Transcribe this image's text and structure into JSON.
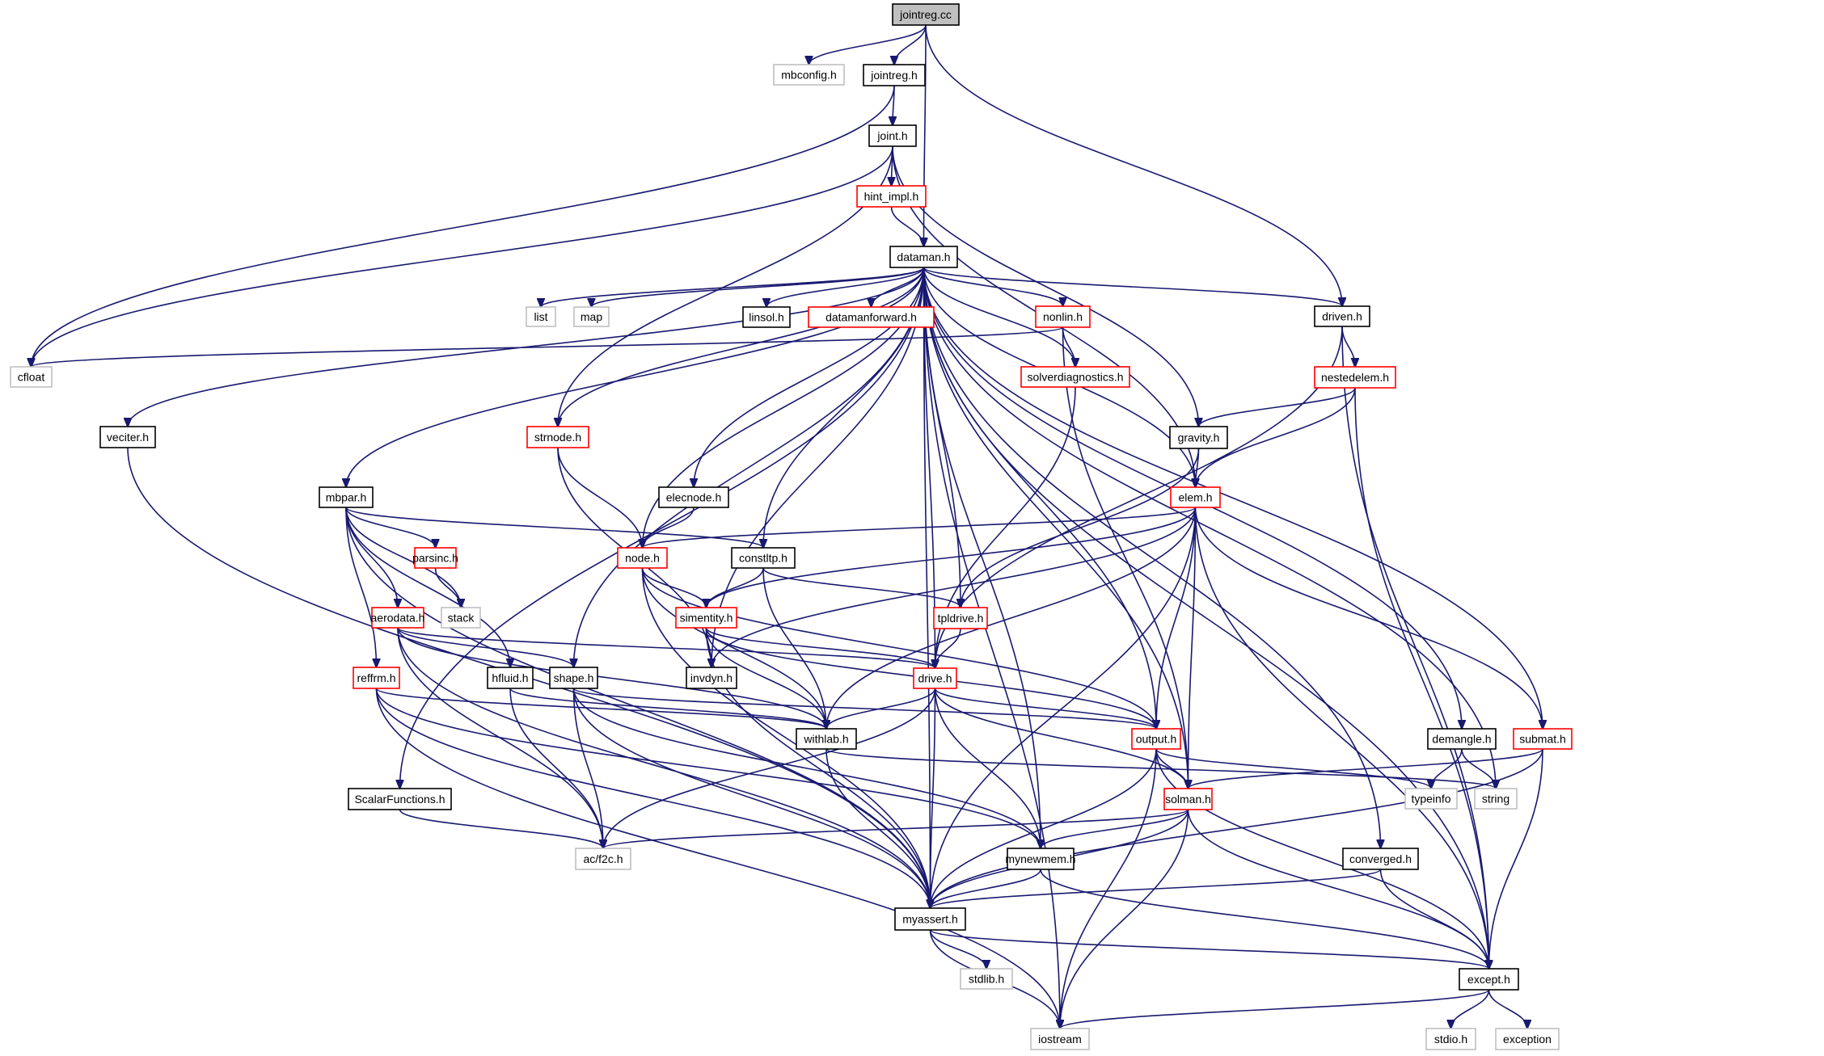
{
  "graph": {
    "title": "jointreg.cc",
    "colors": {
      "edge": "#191970",
      "root_fill": "#bfbfbf",
      "normal_border": "#000000",
      "incomplete_border": "#ff0000",
      "external_border": "#bfbfbf"
    },
    "nodes": [
      {
        "id": "jointreg_cc",
        "label": "jointreg.cc",
        "kind": "root"
      },
      {
        "id": "mbconfig_h",
        "label": "mbconfig.h",
        "kind": "ext"
      },
      {
        "id": "jointreg_h",
        "label": "jointreg.h",
        "kind": "normal"
      },
      {
        "id": "joint_h",
        "label": "joint.h",
        "kind": "normal"
      },
      {
        "id": "hint_impl_h",
        "label": "hint_impl.h",
        "kind": "red"
      },
      {
        "id": "dataman_h",
        "label": "dataman.h",
        "kind": "normal"
      },
      {
        "id": "list",
        "label": "list",
        "kind": "ext"
      },
      {
        "id": "map",
        "label": "map",
        "kind": "ext"
      },
      {
        "id": "linsol_h",
        "label": "linsol.h",
        "kind": "normal"
      },
      {
        "id": "datamanforward_h",
        "label": "datamanforward.h",
        "kind": "red"
      },
      {
        "id": "nonlin_h",
        "label": "nonlin.h",
        "kind": "red"
      },
      {
        "id": "driven_h",
        "label": "driven.h",
        "kind": "normal"
      },
      {
        "id": "cfloat",
        "label": "cfloat",
        "kind": "ext"
      },
      {
        "id": "solverdiagnostics_h",
        "label": "solverdiagnostics.h",
        "kind": "red"
      },
      {
        "id": "nestedelem_h",
        "label": "nestedelem.h",
        "kind": "red"
      },
      {
        "id": "veciter_h",
        "label": "veciter.h",
        "kind": "normal"
      },
      {
        "id": "strnode_h",
        "label": "strnode.h",
        "kind": "red"
      },
      {
        "id": "gravity_h",
        "label": "gravity.h",
        "kind": "normal"
      },
      {
        "id": "mbpar_h",
        "label": "mbpar.h",
        "kind": "normal"
      },
      {
        "id": "elecnode_h",
        "label": "elecnode.h",
        "kind": "normal"
      },
      {
        "id": "elem_h",
        "label": "elem.h",
        "kind": "red"
      },
      {
        "id": "parsinc_h",
        "label": "parsinc.h",
        "kind": "red"
      },
      {
        "id": "node_h",
        "label": "node.h",
        "kind": "red"
      },
      {
        "id": "constltp_h",
        "label": "constltp.h",
        "kind": "normal"
      },
      {
        "id": "stack",
        "label": "stack",
        "kind": "ext"
      },
      {
        "id": "aerodata_h",
        "label": "aerodata.h",
        "kind": "red"
      },
      {
        "id": "simentity_h",
        "label": "simentity.h",
        "kind": "red"
      },
      {
        "id": "tpldrive_h",
        "label": "tpldrive.h",
        "kind": "red"
      },
      {
        "id": "reffrm_h",
        "label": "reffrm.h",
        "kind": "red"
      },
      {
        "id": "hfluid_h",
        "label": "hfluid.h",
        "kind": "normal"
      },
      {
        "id": "shape_h",
        "label": "shape.h",
        "kind": "normal"
      },
      {
        "id": "invdyn_h",
        "label": "invdyn.h",
        "kind": "normal"
      },
      {
        "id": "drive_h",
        "label": "drive.h",
        "kind": "red"
      },
      {
        "id": "withlab_h",
        "label": "withlab.h",
        "kind": "normal"
      },
      {
        "id": "output_h",
        "label": "output.h",
        "kind": "red"
      },
      {
        "id": "demangle_h",
        "label": "demangle.h",
        "kind": "normal"
      },
      {
        "id": "submat_h",
        "label": "submat.h",
        "kind": "red"
      },
      {
        "id": "typeinfo",
        "label": "typeinfo",
        "kind": "ext"
      },
      {
        "id": "string",
        "label": "string",
        "kind": "ext"
      },
      {
        "id": "scalarfunctions_h",
        "label": "ScalarFunctions.h",
        "kind": "normal"
      },
      {
        "id": "solman_h",
        "label": "solman.h",
        "kind": "red"
      },
      {
        "id": "acf2c_h",
        "label": "ac/f2c.h",
        "kind": "ext"
      },
      {
        "id": "mynewmem_h",
        "label": "mynewmem.h",
        "kind": "normal"
      },
      {
        "id": "converged_h",
        "label": "converged.h",
        "kind": "normal"
      },
      {
        "id": "myassert_h",
        "label": "myassert.h",
        "kind": "normal"
      },
      {
        "id": "stdlib_h",
        "label": "stdlib.h",
        "kind": "ext"
      },
      {
        "id": "except_h",
        "label": "except.h",
        "kind": "normal"
      },
      {
        "id": "iostream",
        "label": "iostream",
        "kind": "ext"
      },
      {
        "id": "stdio_h",
        "label": "stdio.h",
        "kind": "ext"
      },
      {
        "id": "exception",
        "label": "exception",
        "kind": "ext"
      }
    ],
    "edges": [
      [
        "jointreg_cc",
        "mbconfig_h"
      ],
      [
        "jointreg_cc",
        "jointreg_h"
      ],
      [
        "jointreg_cc",
        "dataman_h"
      ],
      [
        "jointreg_cc",
        "driven_h"
      ],
      [
        "jointreg_h",
        "joint_h"
      ],
      [
        "jointreg_h",
        "cfloat"
      ],
      [
        "joint_h",
        "hint_impl_h"
      ],
      [
        "joint_h",
        "cfloat"
      ],
      [
        "joint_h",
        "strnode_h"
      ],
      [
        "joint_h",
        "gravity_h"
      ],
      [
        "joint_h",
        "elem_h"
      ],
      [
        "hint_impl_h",
        "dataman_h"
      ],
      [
        "dataman_h",
        "list"
      ],
      [
        "dataman_h",
        "map"
      ],
      [
        "dataman_h",
        "linsol_h"
      ],
      [
        "dataman_h",
        "datamanforward_h"
      ],
      [
        "dataman_h",
        "nonlin_h"
      ],
      [
        "dataman_h",
        "driven_h"
      ],
      [
        "dataman_h",
        "solverdiagnostics_h"
      ],
      [
        "dataman_h",
        "veciter_h"
      ],
      [
        "dataman_h",
        "strnode_h"
      ],
      [
        "dataman_h",
        "mbpar_h"
      ],
      [
        "dataman_h",
        "elecnode_h"
      ],
      [
        "dataman_h",
        "elem_h"
      ],
      [
        "dataman_h",
        "node_h"
      ],
      [
        "dataman_h",
        "constltp_h"
      ],
      [
        "dataman_h",
        "tpldrive_h"
      ],
      [
        "dataman_h",
        "shape_h"
      ],
      [
        "dataman_h",
        "invdyn_h"
      ],
      [
        "dataman_h",
        "drive_h"
      ],
      [
        "dataman_h",
        "output_h"
      ],
      [
        "dataman_h",
        "demangle_h"
      ],
      [
        "dataman_h",
        "submat_h"
      ],
      [
        "dataman_h",
        "string"
      ],
      [
        "dataman_h",
        "scalarfunctions_h"
      ],
      [
        "dataman_h",
        "solman_h"
      ],
      [
        "dataman_h",
        "mynewmem_h"
      ],
      [
        "dataman_h",
        "converged_h"
      ],
      [
        "dataman_h",
        "myassert_h"
      ],
      [
        "dataman_h",
        "except_h"
      ],
      [
        "dataman_h",
        "iostream"
      ],
      [
        "nonlin_h",
        "cfloat"
      ],
      [
        "nonlin_h",
        "solverdiagnostics_h"
      ],
      [
        "nonlin_h",
        "solman_h"
      ],
      [
        "solverdiagnostics_h",
        "drive_h"
      ],
      [
        "driven_h",
        "nestedelem_h"
      ],
      [
        "driven_h",
        "drive_h"
      ],
      [
        "driven_h",
        "except_h"
      ],
      [
        "nestedelem_h",
        "gravity_h"
      ],
      [
        "nestedelem_h",
        "elem_h"
      ],
      [
        "nestedelem_h",
        "except_h"
      ],
      [
        "gravity_h",
        "elem_h"
      ],
      [
        "gravity_h",
        "tpldrive_h"
      ],
      [
        "veciter_h",
        "myassert_h"
      ],
      [
        "strnode_h",
        "node_h"
      ],
      [
        "strnode_h",
        "invdyn_h"
      ],
      [
        "elecnode_h",
        "node_h"
      ],
      [
        "mbpar_h",
        "parsinc_h"
      ],
      [
        "mbpar_h",
        "stack"
      ],
      [
        "mbpar_h",
        "aerodata_h"
      ],
      [
        "mbpar_h",
        "reffrm_h"
      ],
      [
        "mbpar_h",
        "hfluid_h"
      ],
      [
        "mbpar_h",
        "constltp_h"
      ],
      [
        "mbpar_h",
        "myassert_h"
      ],
      [
        "parsinc_h",
        "stack"
      ],
      [
        "elem_h",
        "node_h"
      ],
      [
        "elem_h",
        "simentity_h"
      ],
      [
        "elem_h",
        "invdyn_h"
      ],
      [
        "elem_h",
        "withlab_h"
      ],
      [
        "elem_h",
        "output_h"
      ],
      [
        "elem_h",
        "solman_h"
      ],
      [
        "elem_h",
        "submat_h"
      ],
      [
        "elem_h",
        "myassert_h"
      ],
      [
        "elem_h",
        "except_h"
      ],
      [
        "node_h",
        "simentity_h"
      ],
      [
        "node_h",
        "withlab_h"
      ],
      [
        "node_h",
        "output_h"
      ],
      [
        "node_h",
        "myassert_h"
      ],
      [
        "constltp_h",
        "simentity_h"
      ],
      [
        "constltp_h",
        "tpldrive_h"
      ],
      [
        "constltp_h",
        "withlab_h"
      ],
      [
        "aerodata_h",
        "shape_h"
      ],
      [
        "aerodata_h",
        "drive_h"
      ],
      [
        "aerodata_h",
        "withlab_h"
      ],
      [
        "aerodata_h",
        "acf2c_h"
      ],
      [
        "aerodata_h",
        "myassert_h"
      ],
      [
        "simentity_h",
        "invdyn_h"
      ],
      [
        "simentity_h",
        "drive_h"
      ],
      [
        "simentity_h",
        "withlab_h"
      ],
      [
        "simentity_h",
        "output_h"
      ],
      [
        "simentity_h",
        "myassert_h"
      ],
      [
        "tpldrive_h",
        "drive_h"
      ],
      [
        "reffrm_h",
        "withlab_h"
      ],
      [
        "reffrm_h",
        "mynewmem_h"
      ],
      [
        "reffrm_h",
        "myassert_h"
      ],
      [
        "reffrm_h",
        "iostream"
      ],
      [
        "hfluid_h",
        "withlab_h"
      ],
      [
        "hfluid_h",
        "acf2c_h"
      ],
      [
        "shape_h",
        "output_h"
      ],
      [
        "shape_h",
        "acf2c_h"
      ],
      [
        "shape_h",
        "mynewmem_h"
      ],
      [
        "shape_h",
        "myassert_h"
      ],
      [
        "drive_h",
        "withlab_h"
      ],
      [
        "drive_h",
        "output_h"
      ],
      [
        "drive_h",
        "solman_h"
      ],
      [
        "drive_h",
        "acf2c_h"
      ],
      [
        "drive_h",
        "mynewmem_h"
      ],
      [
        "drive_h",
        "myassert_h"
      ],
      [
        "withlab_h",
        "string"
      ],
      [
        "withlab_h",
        "myassert_h"
      ],
      [
        "output_h",
        "solman_h"
      ],
      [
        "output_h",
        "typeinfo"
      ],
      [
        "output_h",
        "myassert_h"
      ],
      [
        "output_h",
        "except_h"
      ],
      [
        "output_h",
        "iostream"
      ],
      [
        "demangle_h",
        "typeinfo"
      ],
      [
        "demangle_h",
        "string"
      ],
      [
        "submat_h",
        "solman_h"
      ],
      [
        "submat_h",
        "myassert_h"
      ],
      [
        "submat_h",
        "except_h"
      ],
      [
        "scalarfunctions_h",
        "acf2c_h"
      ],
      [
        "solman_h",
        "acf2c_h"
      ],
      [
        "solman_h",
        "mynewmem_h"
      ],
      [
        "solman_h",
        "myassert_h"
      ],
      [
        "solman_h",
        "except_h"
      ],
      [
        "solman_h",
        "iostream"
      ],
      [
        "mynewmem_h",
        "myassert_h"
      ],
      [
        "mynewmem_h",
        "except_h"
      ],
      [
        "converged_h",
        "myassert_h"
      ],
      [
        "converged_h",
        "except_h"
      ],
      [
        "myassert_h",
        "stdlib_h"
      ],
      [
        "myassert_h",
        "except_h"
      ],
      [
        "myassert_h",
        "iostream"
      ],
      [
        "except_h",
        "stdio_h"
      ],
      [
        "except_h",
        "exception"
      ],
      [
        "except_h",
        "iostream"
      ]
    ]
  }
}
